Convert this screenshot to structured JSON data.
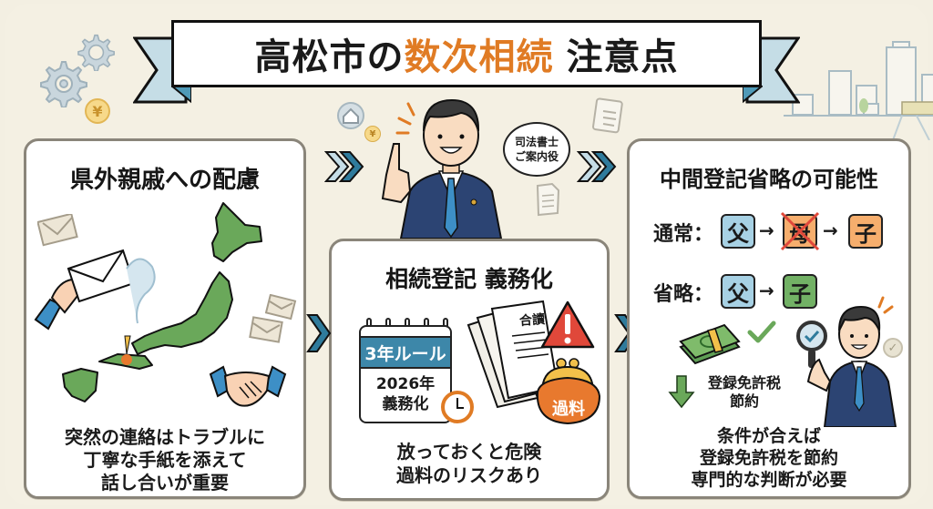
{
  "title": {
    "prefix": "高松市の",
    "accent": "数次相続",
    "suffix": "注意点",
    "accent_color": "#e07b24"
  },
  "guide": {
    "speech_line1": "司法書士",
    "speech_line2": "ご案内役"
  },
  "panels": {
    "left": {
      "title": "県外親戚への配慮",
      "body": [
        "突然の連絡はトラブルに",
        "丁寧な手紙を添えて",
        "話し合いが重要"
      ]
    },
    "center": {
      "title": "相続登記 義務化",
      "calendar_head": "3年ルール",
      "calendar_line1": "2026年",
      "calendar_line2": "義務化",
      "document_heading": "合讀",
      "fine_label": "過料",
      "body": [
        "放っておくと危険",
        "過料のリスクあり"
      ]
    },
    "right": {
      "title": "中間登記省略の可能性",
      "normal_label": "通常：",
      "omit_label": "省略：",
      "father": "父",
      "mother": "母",
      "child": "子",
      "arrow": "→",
      "saving_line1": "登録免許税",
      "saving_line2": "節約",
      "body": [
        "条件が合えば",
        "登録免許税を節約",
        "専門的な判断が必要"
      ]
    }
  },
  "colors": {
    "background": "#f3efe2",
    "panel_border": "#8a857a",
    "chevron_dark": "#2f7b9c",
    "chevron_light": "#c5dde6",
    "map_green": "#6aa85a",
    "warning_red": "#e0483a",
    "purse_orange": "#e8792e"
  },
  "icons": [
    "gear-icon",
    "yen-coin-icon",
    "cityscape-icon",
    "envelope-icon",
    "japan-map-icon",
    "handshake-icon",
    "calendar-icon",
    "clock-icon",
    "document-icon",
    "warning-icon",
    "purse-icon",
    "money-icon",
    "check-icon",
    "magnifier-icon",
    "down-arrow-icon",
    "clipboard-icon",
    "house-gear-icon"
  ]
}
